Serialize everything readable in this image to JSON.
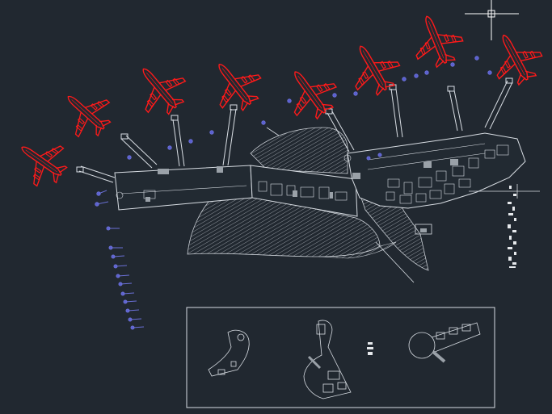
{
  "drawing": {
    "title": "",
    "background": "#212830",
    "line_color": "#d8dde3",
    "aircraft_color": "#ff1a1a",
    "marker_color": "#5a5fd0",
    "cursor_color": "#ffffff"
  },
  "aircraft": [
    {
      "id": "aircraft-1",
      "heading": -30
    },
    {
      "id": "aircraft-2",
      "heading": -20
    },
    {
      "id": "aircraft-3",
      "heading": -25
    },
    {
      "id": "aircraft-4",
      "heading": -32
    },
    {
      "id": "aircraft-5",
      "heading": -30
    },
    {
      "id": "aircraft-6",
      "heading": -20
    },
    {
      "id": "aircraft-7",
      "heading": -10
    },
    {
      "id": "aircraft-8",
      "heading": -15
    }
  ],
  "legend_marks": [
    "▪",
    "▪",
    "▪"
  ],
  "detail_sheets": [
    {
      "id": "detail-east-wing"
    },
    {
      "id": "detail-central-hall"
    },
    {
      "id": "detail-satellite"
    }
  ]
}
